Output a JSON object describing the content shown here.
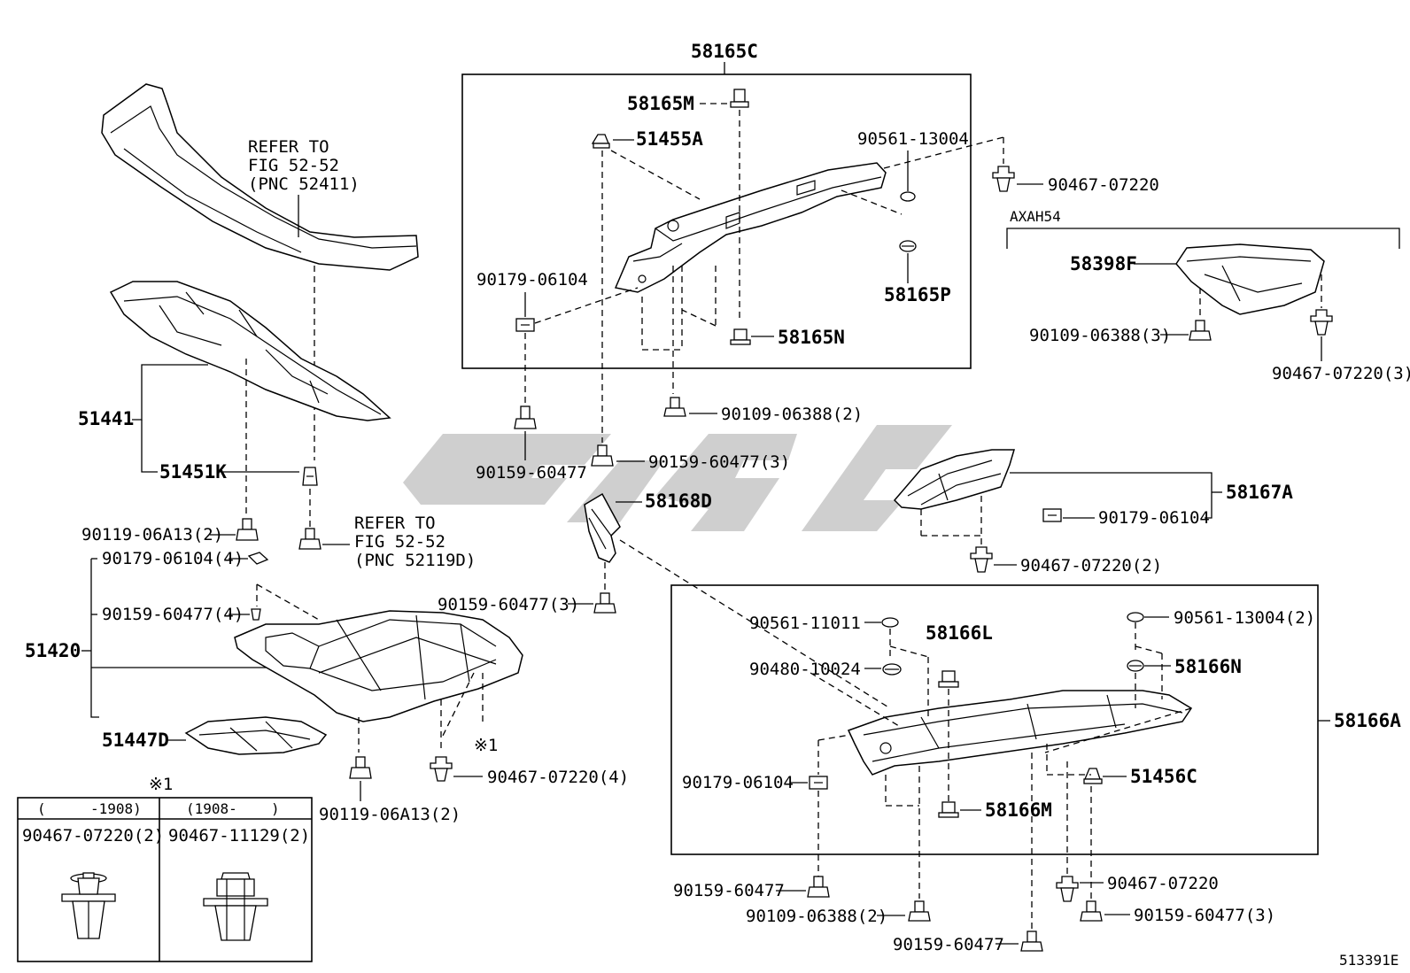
{
  "labels": {
    "l_58165C": "58165C",
    "l_58165M": "58165M",
    "l_51455A": "51455A",
    "l_90561_13004_top": "90561-13004",
    "l_90467_07220_top": "90467-07220",
    "l_axah54": "AXAH54",
    "l_58398F": "58398F",
    "l_90109_06388_3_right": "90109-06388(3)",
    "l_90467_07220_3": "90467-07220(3)",
    "l_58165P": "58165P",
    "l_58165N": "58165N",
    "l_90179_06104_top": "90179-06104",
    "l_90109_06388_2_mid": "90109-06388(2)",
    "l_90159_60477_3_mid": "90159-60477(3)",
    "l_90159_60477_mid": "90159-60477",
    "l_refer1_a": "REFER TO",
    "l_refer1_b": "FIG 52-52",
    "l_refer1_c": "(PNC 52411)",
    "l_51441": "51441",
    "l_51451K": "51451K",
    "l_90119_06A13_2_top": "90119-06A13(2)",
    "l_refer2_a": "REFER TO",
    "l_refer2_b": "FIG 52-52",
    "l_refer2_c": "(PNC 52119D)",
    "l_90179_06104_4": "90179-06104(4)",
    "l_90159_60477_4": "90159-60477(4)",
    "l_51420": "51420",
    "l_51447D": "51447D",
    "l_ref1_mark": "※1",
    "l_90467_07220_4": "90467-07220(4)",
    "l_90119_06A13_2_bot": "90119-06A13(2)",
    "l_58168D": "58168D",
    "l_90159_60477_3_left": "90159-60477(3)",
    "l_58167A": "58167A",
    "l_90179_06104_right": "90179-06104",
    "l_90467_07220_2": "90467-07220(2)",
    "l_90561_11011": "90561-11011",
    "l_58166L": "58166L",
    "l_90561_13004_2": "90561-13004(2)",
    "l_90480_10024": "90480-10024",
    "l_58166N": "58166N",
    "l_58166A": "58166A",
    "l_90179_06104_bot": "90179-06104",
    "l_51456C": "51456C",
    "l_58166M": "58166M",
    "l_90467_07220_bot": "90467-07220",
    "l_90159_60477_bot1": "90159-60477",
    "l_90109_06388_2_bot": "90109-06388(2)",
    "l_90159_60477_3_bot": "90159-60477(3)",
    "l_90159_60477_bot2": "90159-60477",
    "l_ref_code": "513391E"
  },
  "legend": {
    "mark": "※1",
    "col1_header_open": "(",
    "col1_header_date": "-1908)",
    "col2_header_date": "(1908-",
    "col2_header_close": ")",
    "col1_part": "90467-07220(2)",
    "col2_part": "90467-11129(2)"
  }
}
